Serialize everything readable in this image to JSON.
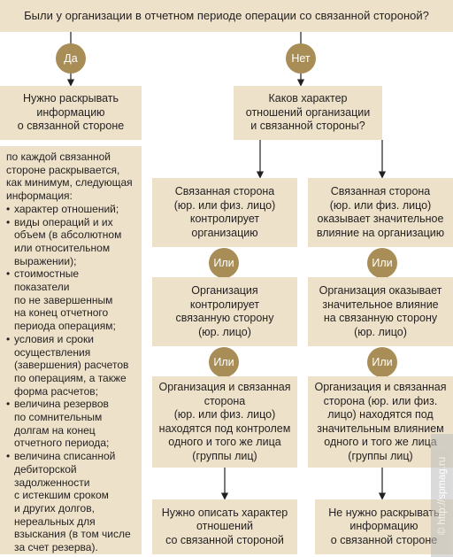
{
  "top_question": [
    "Были у организации в отчетном периоде операции со связанной стороной?"
  ],
  "answer_yes": "Да",
  "answer_no": "Нет",
  "or_label": "Или",
  "yes_box": [
    "Нужно раскрывать",
    "информацию",
    "о связанной стороне"
  ],
  "disclosure_intro": [
    "по каждой связанной",
    "стороне раскрывается,",
    "как минимум, следующая",
    "информация:"
  ],
  "disclosure_items": [
    [
      "характер отношений;"
    ],
    [
      "виды операций и их",
      "объем (в абсолютном",
      "или относительном",
      "выражении);"
    ],
    [
      "стоимостные показатели",
      "по не завершенным",
      "на конец отчетного",
      "периода операциям;"
    ],
    [
      "условия и сроки",
      "осуществления",
      "(завершения) расчетов",
      "по операциям, а также",
      "форма расчетов;"
    ],
    [
      "величина резервов",
      "по сомнительным",
      "долгам на конец",
      "отчетного периода;"
    ],
    [
      "величина списанной",
      "дебиторской",
      "задолженности",
      "с истекшим сроком",
      "и других долгов,",
      "нереальных для",
      "взыскания (в том числе",
      "за счет резерва)."
    ]
  ],
  "no_question": [
    "Каков характер",
    "отношений организации",
    "и связанной стороны?"
  ],
  "left_col": {
    "box1": [
      "Связанная сторона",
      "(юр. или физ. лицо)",
      "контролирует",
      "организацию"
    ],
    "box2": [
      "Организация",
      "контролирует",
      "связанную сторону",
      "(юр. лицо)"
    ],
    "box3": [
      "Организация и связанная",
      "сторона",
      "(юр. или физ. лицо)",
      "находятся под контролем",
      "одного и того же лица",
      "(группы лиц)"
    ],
    "result": [
      "Нужно описать характер",
      "отношений",
      "со связанной стороной"
    ]
  },
  "right_col": {
    "box1": [
      "Связанная сторона",
      "(юр. или физ. лицо)",
      "оказывает значительное",
      "влияние на организацию"
    ],
    "box2": [
      "Организация оказывает",
      "значительное влияние",
      "на связанную сторону",
      "(юр. лицо)"
    ],
    "box3": [
      "Организация и связанная",
      "сторона (юр. или физ.",
      "лицо) находятся под",
      "значительным влиянием",
      "одного и того же лица",
      "(группы лиц)"
    ],
    "result": [
      "Не нужно раскрывать",
      "информацию",
      "о связанной стороне"
    ]
  },
  "watermark": "© http://spmag.ru",
  "colors": {
    "box_fill": "#ede2c9",
    "pill_fill": "#a88d57",
    "line": "#231f20"
  }
}
